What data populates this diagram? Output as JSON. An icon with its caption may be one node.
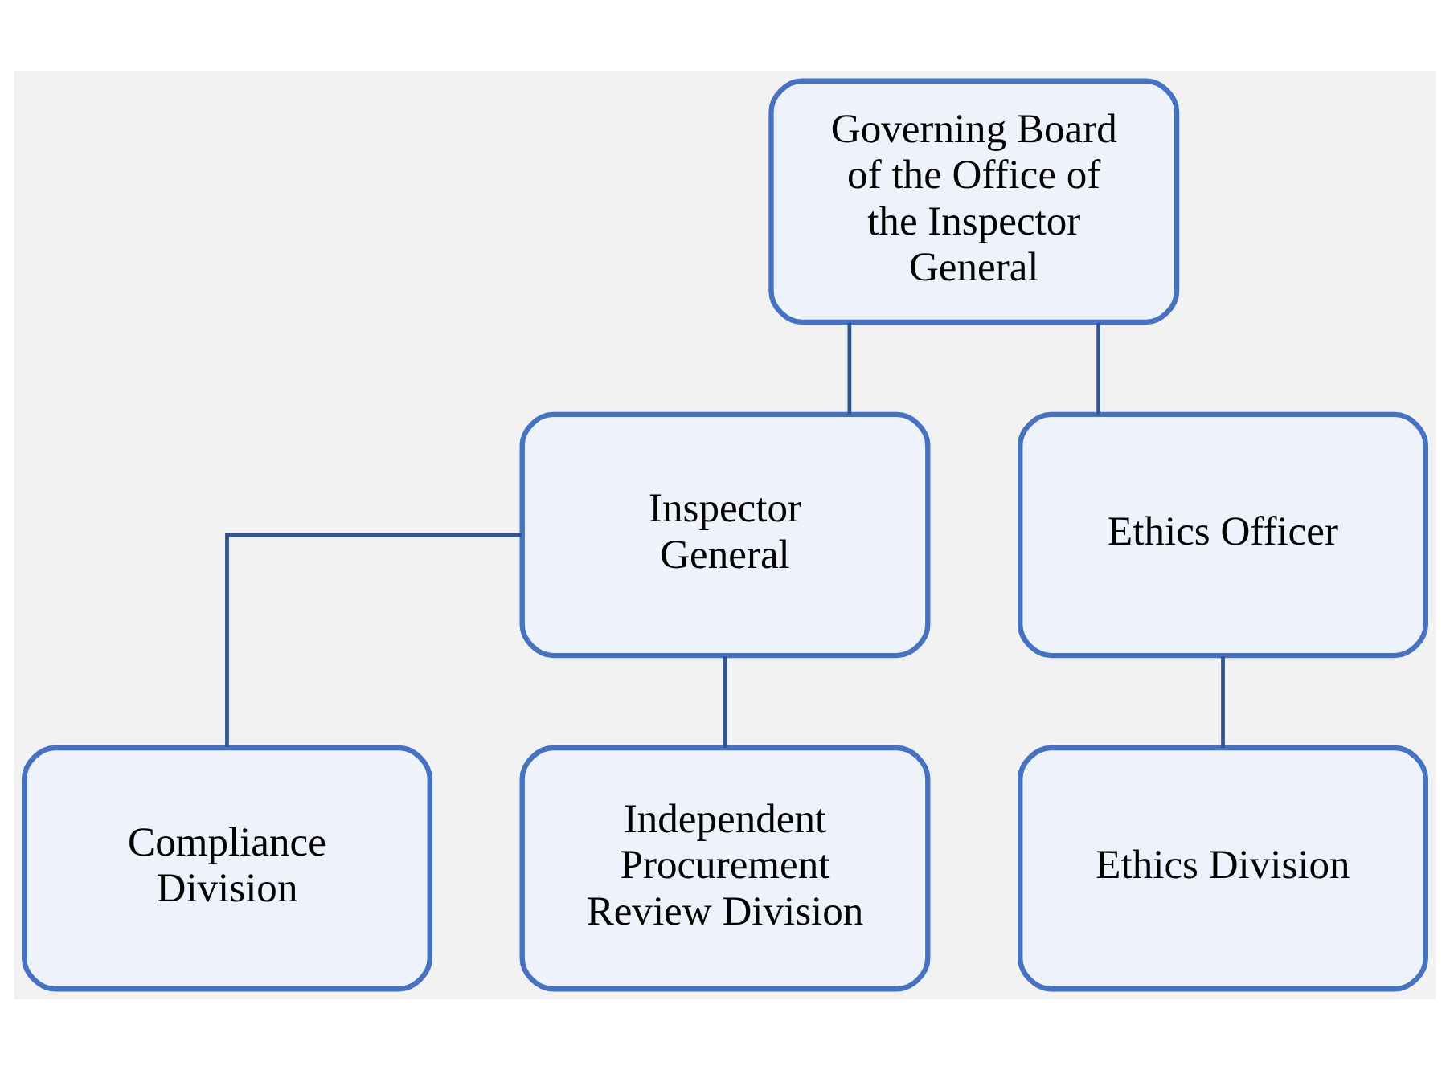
{
  "diagram": {
    "nodes": [
      {
        "text": [
          "Governing Board of the Office of the Inspector General"
        ]
      },
      {
        "text": [
          "Inspector General"
        ]
      },
      {
        "text": [
          "Ethics Officer"
        ]
      },
      {
        "text": [
          "Compliance Division"
        ]
      },
      {
        "text": [
          "Independent Procurement Review Division"
        ]
      },
      {
        "text": [
          "Ethics Division"
        ]
      }
    ],
    "edges": [
      {
        "from": 0,
        "to": 1,
        "arrow": "none"
      },
      {
        "from": 0,
        "to": 2,
        "arrow": "none"
      },
      {
        "from": 1,
        "to": 3,
        "arrow": "none"
      },
      {
        "from": 1,
        "to": 4,
        "arrow": "none"
      },
      {
        "from": 2,
        "to": 5,
        "arrow": "none"
      }
    ]
  }
}
